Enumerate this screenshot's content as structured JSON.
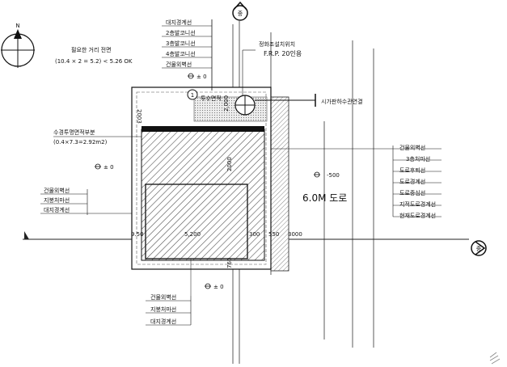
{
  "north_label": "N",
  "top_labels": [
    "대지경계선",
    "2층발코니선",
    "3층발코니선",
    "4층발코니선",
    "건물외벽선"
  ],
  "parking_note": {
    "line1": "필요한 거리 전면",
    "line2": "(10.4 × 2 = 5.2) < 5.26 OK"
  },
  "septic": {
    "line1": "정화조설치위치",
    "line2": "F.R.P. 20인용"
  },
  "sewer_label": "시가판하수관연결",
  "pond_label": "투수면적",
  "balloon": "1",
  "permeable": {
    "line1": "수경투명면적부분",
    "line2": "(0.4×7.3=2.92m2)"
  },
  "left_labels": [
    "건물외벽선",
    "지붕처마선",
    "대지경계선"
  ],
  "right_labels": [
    "건물외벽선",
    "3층처마선",
    "도로후퇴선",
    "도로경계선",
    "도로중심선",
    "지적도로경계선",
    "현재도로경계선"
  ],
  "bottom_labels": [
    "건물외벽선",
    "지붕처마선",
    "대지경계선"
  ],
  "road_label": "6.0M 도로",
  "level_marks": [
    "± 0",
    "± 0",
    "-500",
    "± 0"
  ],
  "dims": {
    "top_left": "2003",
    "left_vertical": "2,000",
    "mid_vertical": "2000",
    "bottom_left": "9.50",
    "bottom_mid": "5,200",
    "bottom_a": "300",
    "bottom_b": "550",
    "bottom_c": "3000",
    "bottom_vertical": "760"
  },
  "section_mark": "중"
}
